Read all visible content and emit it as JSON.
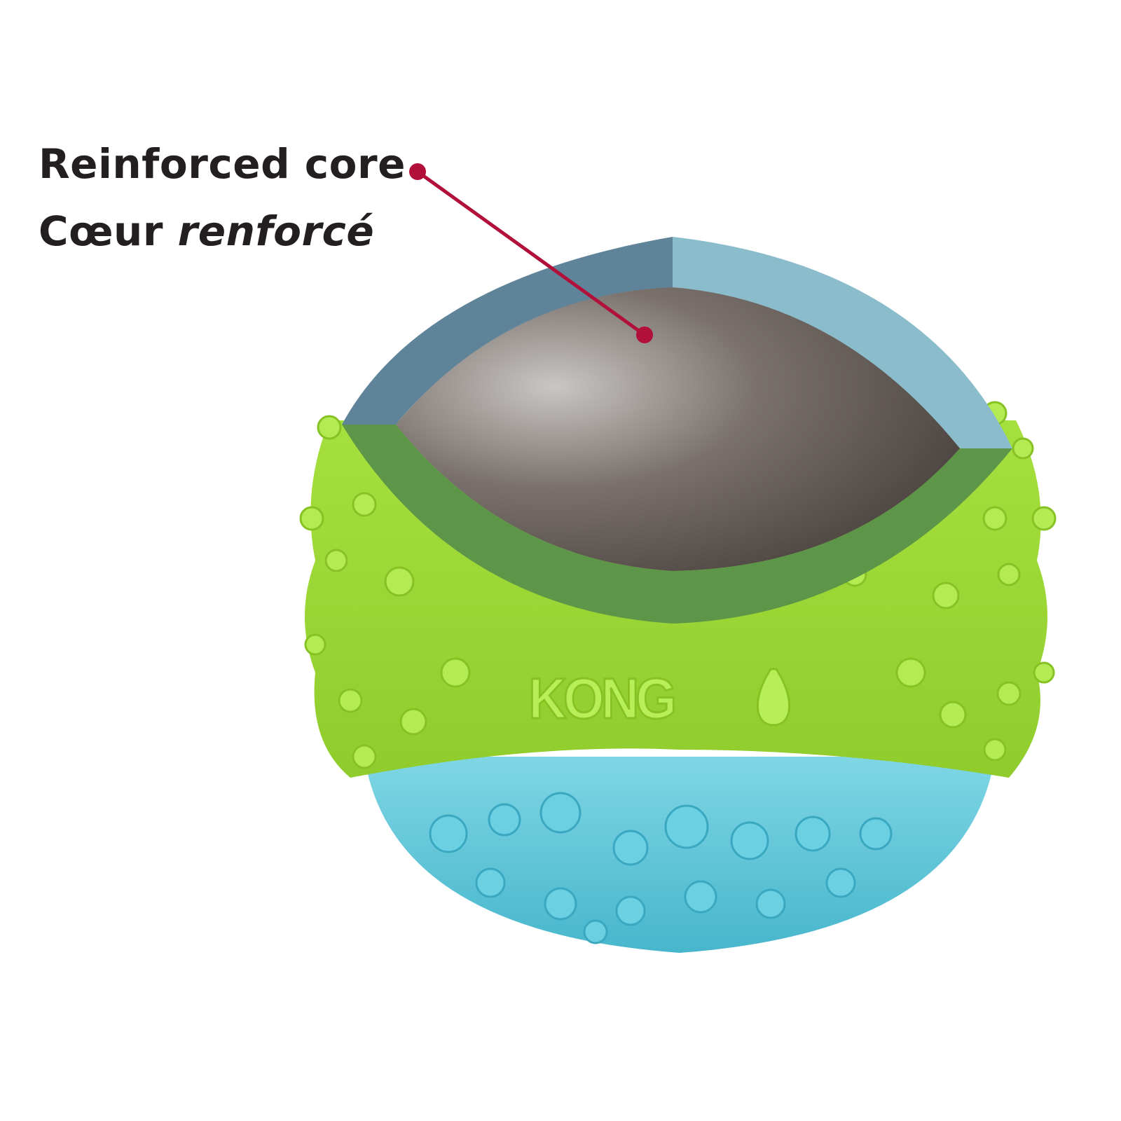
{
  "callout": {
    "line1": "Reinforced core",
    "line2_word1": "Cœur",
    "line2_word2": "renforcé",
    "color": "#b0103a"
  },
  "product": {
    "logo_text": "KONG",
    "colors": {
      "green_band": "#9ad832",
      "blue_bottom": "#5cc3d6",
      "shell_cut_dark": "#5f8499",
      "shell_cut_light": "#8bbccb",
      "green_cut": "#5e9649",
      "core": "#6b635e"
    }
  }
}
